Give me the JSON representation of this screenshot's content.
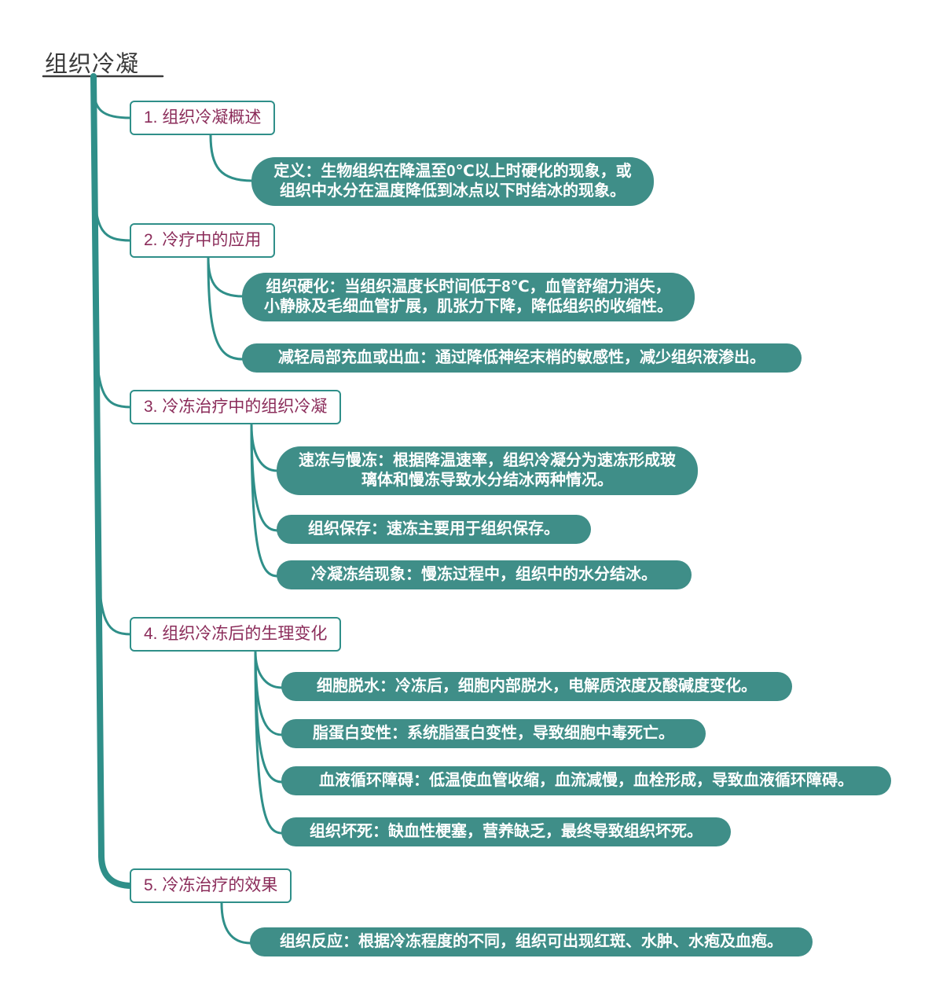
{
  "title": "组织冷凝",
  "colors": {
    "accent": "#2f8f89",
    "node_fill": "#3f8e88",
    "node_text": "#ffffff",
    "topic_text": "#8b2c5a",
    "root_text": "#3a3a3a",
    "background": "#ffffff"
  },
  "root": {
    "label": "组织冷凝"
  },
  "topics": [
    {
      "label": "1. 组织冷凝概述",
      "children": [
        "定义：生物组织在降温至0℃以上时硬化的现象，或组织中水分在温度降低到冰点以下时结冰的现象。"
      ]
    },
    {
      "label": "2. 冷疗中的应用",
      "children": [
        "组织硬化：当组织温度长时间低于8℃，血管舒缩力消失，小静脉及毛细血管扩展，肌张力下降，降低组织的收缩性。",
        "减轻局部充血或出血：通过降低神经末梢的敏感性，减少组织液渗出。"
      ]
    },
    {
      "label": "3. 冷冻治疗中的组织冷凝",
      "children": [
        "速冻与慢冻：根据降温速率，组织冷凝分为速冻形成玻璃体和慢冻导致水分结冰两种情况。",
        "组织保存：速冻主要用于组织保存。",
        "冷凝冻结现象：慢冻过程中，组织中的水分结冰。"
      ]
    },
    {
      "label": "4. 组织冷冻后的生理变化",
      "children": [
        "细胞脱水：冷冻后，细胞内部脱水，电解质浓度及酸碱度变化。",
        "脂蛋白变性：系统脂蛋白变性，导致细胞中毒死亡。",
        "血液循环障碍：低温使血管收缩，血流减慢，血栓形成，导致血液循环障碍。",
        "组织坏死：缺血性梗塞，营养缺乏，最终导致组织坏死。"
      ]
    },
    {
      "label": "5. 冷冻治疗的效果",
      "children": [
        "组织反应：根据冷冻程度的不同，组织可出现红斑、水肿、水疱及血疱。"
      ]
    }
  ]
}
